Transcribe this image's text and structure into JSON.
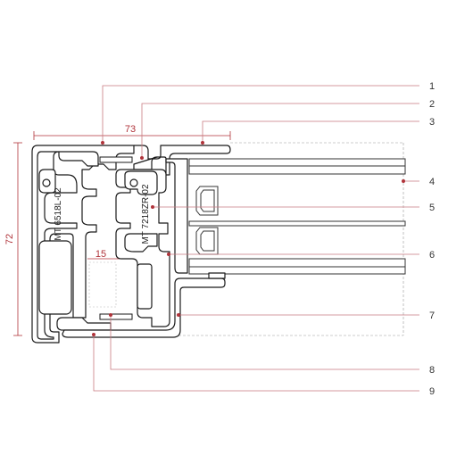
{
  "dimensions": {
    "width_label": "73",
    "height_label": "72",
    "gap_label": "15"
  },
  "profile_codes": {
    "left": "MT 6518L-02",
    "right": "MT 7218ZR-02"
  },
  "callouts": [
    "1",
    "2",
    "3",
    "4",
    "5",
    "6",
    "7",
    "8",
    "9"
  ],
  "colors": {
    "accent": "#b0333a",
    "leader": "#c97a80",
    "profile_stroke": "#1a1a1a",
    "profile_fill": "#ffffff",
    "dashed": "#9a9a9a",
    "glass": "#333333"
  }
}
